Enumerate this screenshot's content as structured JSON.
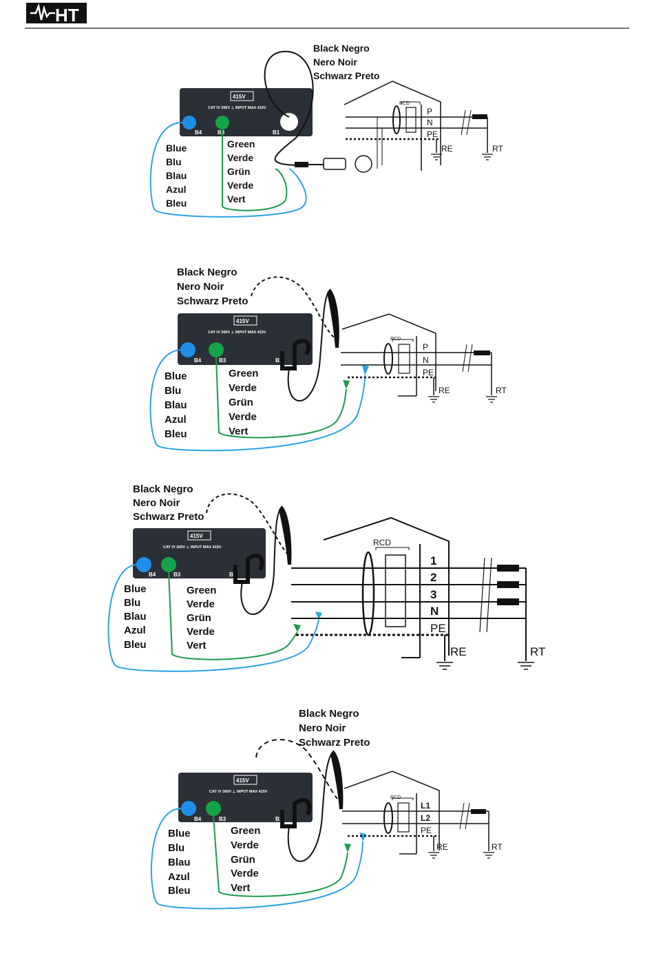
{
  "header": {
    "logo_text": "HT"
  },
  "cable_labels": {
    "black": [
      "Black Negro",
      "Nero  Noir",
      "Schwarz Preto"
    ],
    "blue": [
      "Blue",
      "Blu",
      "Blau",
      "Azul",
      "Bleu"
    ],
    "green": [
      "Green",
      "Verde",
      "Grün",
      "Verde",
      "Vert"
    ]
  },
  "instrument": {
    "warning": "415V",
    "rating": "CAT IV 300V ⊥ INPUT MAX 415V",
    "terminals": [
      "B4",
      "B3",
      "B1"
    ]
  },
  "rcd_label": "RCD",
  "resistances": {
    "earth": "RE",
    "transformer": "RT"
  },
  "diagrams": [
    {
      "conductors": [
        "P",
        "N",
        "PE"
      ]
    },
    {
      "conductors": [
        "P",
        "N",
        "PE"
      ]
    },
    {
      "conductors": [
        "1",
        "2",
        "3",
        "N",
        "PE"
      ]
    },
    {
      "conductors": [
        "L1",
        "L2",
        "PE"
      ]
    }
  ],
  "colors": {
    "blue_cable": "#2aa3e0",
    "green_cable": "#1a9a4a",
    "device_body": "#2b2f36",
    "blue_terminal": "#1e8fe8",
    "green_terminal": "#15a34a"
  }
}
